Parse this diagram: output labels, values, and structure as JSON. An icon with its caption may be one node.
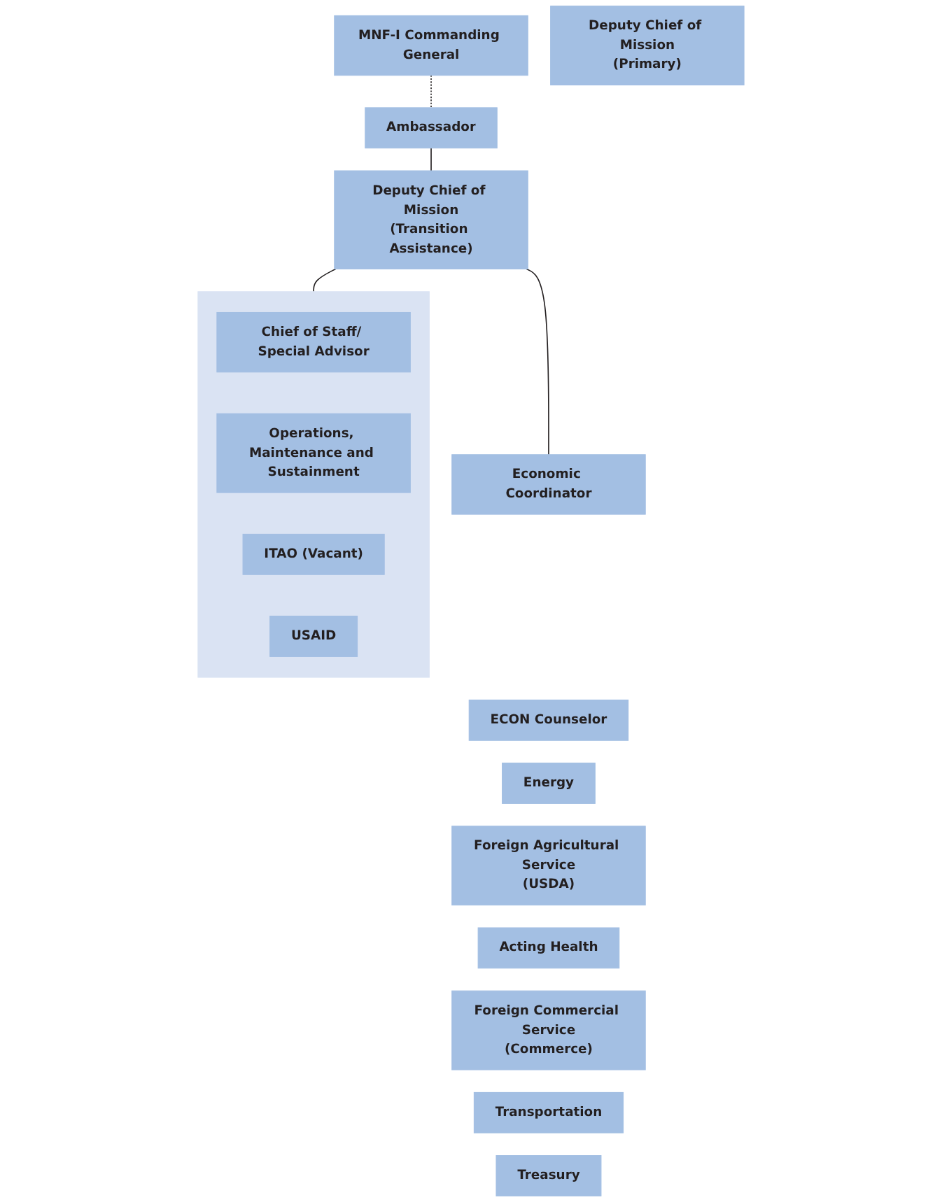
{
  "diagram": {
    "nodes": [
      {
        "text": [
          "MNF-I Commanding General"
        ]
      },
      {
        "text": [
          "Ambassador"
        ]
      },
      {
        "text": [
          "Deputy Chief of Mission",
          "(Transition Assistance)"
        ]
      },
      {
        "text": [
          "Deputy Chief of Mission",
          "(Primary)"
        ]
      },
      {
        "text": [],
        "shape": "box"
      },
      {
        "text": [
          "Chief of Staff/ Special Advisor"
        ],
        "in": 4
      },
      {
        "text": [
          "Operations, Maintenance and Sustainment"
        ],
        "in": 4
      },
      {
        "text": [
          "ITAO (Vacant)"
        ],
        "in": 4
      },
      {
        "text": [
          "USAID"
        ],
        "in": 4
      },
      {
        "text": [
          "Economic Coordinator"
        ]
      },
      {
        "text": [
          "ECON Counselor"
        ]
      },
      {
        "text": [
          "Energy"
        ]
      },
      {
        "text": [
          "Foreign Agricultural Service",
          "(USDA)"
        ]
      },
      {
        "text": [
          "Acting Health"
        ]
      },
      {
        "text": [
          "Foreign Commercial Service",
          "(Commerce)"
        ]
      },
      {
        "text": [
          "Transportation"
        ]
      },
      {
        "text": [
          "Treasury"
        ]
      }
    ],
    "edges": [
      {
        "from": 0,
        "to": 1,
        "arrow": "none",
        "style": "dashed"
      },
      {
        "from": 1,
        "to": 2,
        "arrow": "none"
      },
      {
        "from": 2,
        "to": 4,
        "arrow": "none"
      },
      {
        "from": 2,
        "to": 9,
        "arrow": "none"
      }
    ]
  }
}
